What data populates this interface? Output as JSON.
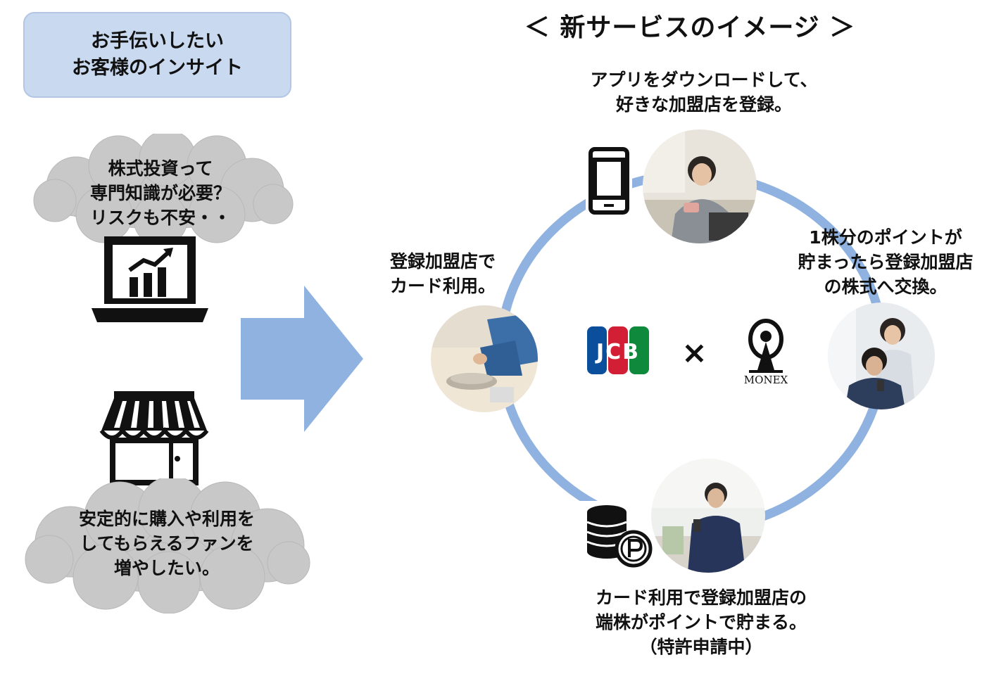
{
  "insight_box": {
    "line1": "お手伝いしたい",
    "line2": "お客様のインサイト"
  },
  "title": "＜ 新サービスのイメージ ＞",
  "cloud1": {
    "line1": "株式投資って",
    "line2": "専門知識が必要？",
    "line3": "リスクも不安・・"
  },
  "cloud2": {
    "line1": "安定的に購入や利用を",
    "line2": "してもらえるファンを",
    "line3": "増やしたい。"
  },
  "step_top": {
    "line1": "アプリをダウンロードして、",
    "line2": "好きな加盟店を登録。"
  },
  "step_right": {
    "line1": "1株分のポイントが",
    "line2": "貯まったら登録加盟店",
    "line3": "の株式へ交換。"
  },
  "step_left": {
    "line1": "登録加盟店で",
    "line2": "カード利用。"
  },
  "step_bottom": {
    "line1": "カード利用で登録加盟店の",
    "line2": "端株がポイントで貯まる。",
    "line3": "（特許申請中）"
  },
  "logos": {
    "jcb": "JCB",
    "times": "×",
    "monex": "MONEX"
  },
  "icons": [
    "laptop-chart-icon",
    "storefront-icon",
    "smartphone-icon",
    "coins-point-icon",
    "arrow-right-icon"
  ],
  "colors": {
    "insight_box": "#c9d9ef",
    "ring": "#8fb2e0",
    "arrow": "#8fb2e0",
    "cloud": "#c8c8c8",
    "jcb_blue": "#0b4f9c",
    "jcb_red": "#d21f35",
    "jcb_green": "#0f8a3c"
  }
}
